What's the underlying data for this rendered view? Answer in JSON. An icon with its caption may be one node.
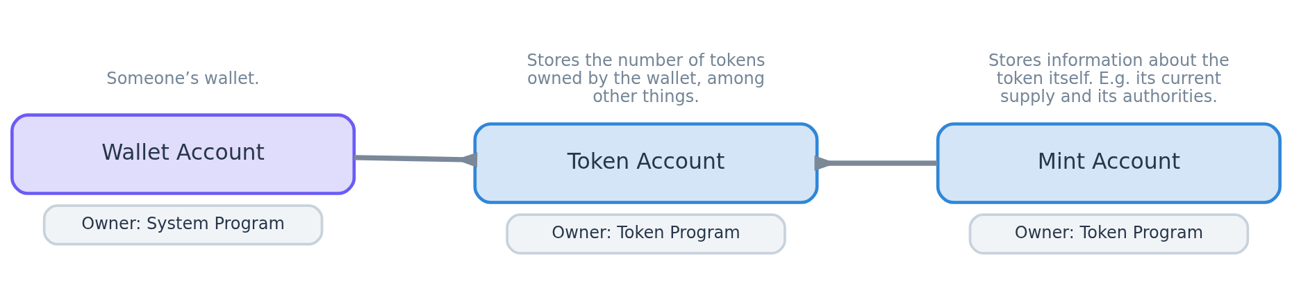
{
  "diagram": {
    "nodes": [
      {
        "text": [
          "Wallet Account"
        ],
        "beside": [
          "Someone’s wallet."
        ]
      },
      {
        "text": [
          "Owner: System Program"
        ]
      },
      {
        "text": [
          "Token Account"
        ],
        "beside": [
          "Stores the number of tokens owned by the wallet, among other things."
        ]
      },
      {
        "text": [
          "Owner: Token Program"
        ]
      },
      {
        "text": [
          "Mint Account"
        ],
        "beside": [
          "Stores information about the token itself. E.g. its current supply and its authorities."
        ]
      },
      {
        "text": [
          "Owner: Token Program"
        ]
      }
    ],
    "edges": [
      {
        "from": 2,
        "to": 0,
        "arrow": "to"
      },
      {
        "from": 2,
        "to": 4,
        "arrow": "to"
      }
    ]
  }
}
